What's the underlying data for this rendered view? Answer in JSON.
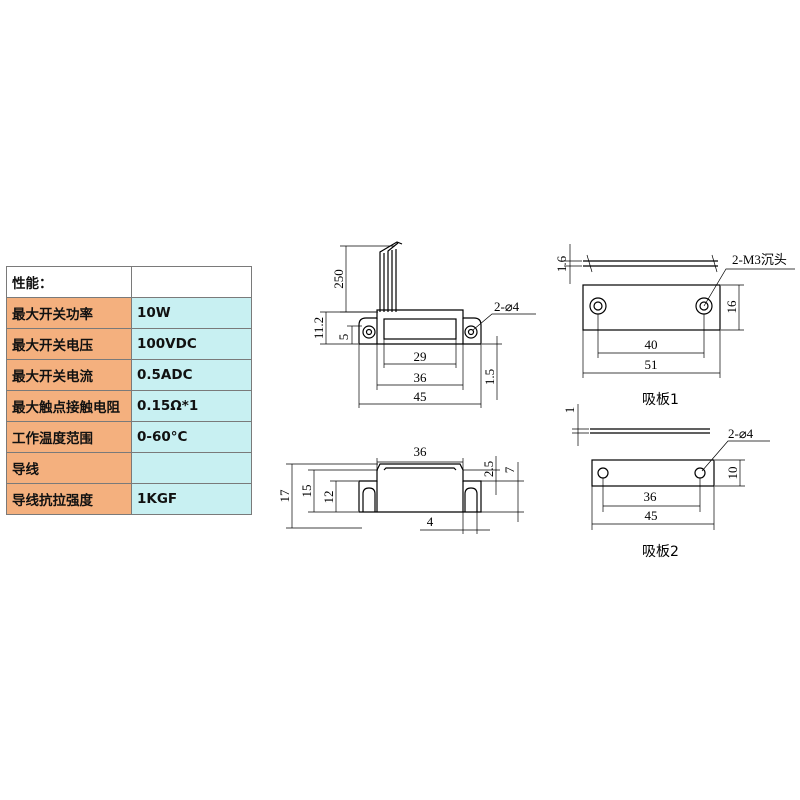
{
  "spec_table": {
    "rows": [
      {
        "label": "性能：",
        "value": ""
      },
      {
        "label": "最大开关功率",
        "value": "10W"
      },
      {
        "label": "最大开关电压",
        "value": "100VDC"
      },
      {
        "label": "最大开关电流",
        "value": "0.5ADC"
      },
      {
        "label": "最大触点接触电阻",
        "value": "0.15Ω*1"
      },
      {
        "label": "工作温度范围",
        "value": "0-60°C"
      },
      {
        "label": "导线",
        "value": ""
      },
      {
        "label": "导线抗拉强度",
        "value": "1KGF"
      }
    ]
  },
  "switch_front": {
    "dim_250": "250",
    "dim_11_2": "11.2",
    "dim_5": "5",
    "hole_note": "2-⌀4",
    "dim_29": "29",
    "dim_36": "36",
    "dim_45": "45",
    "dim_1_5": "1.5"
  },
  "switch_side": {
    "dim_36": "36",
    "dim_17": "17",
    "dim_15": "15",
    "dim_12": "12",
    "dim_2_5": "2.5",
    "dim_7": "7",
    "dim_4": "4"
  },
  "plate1": {
    "caption": "吸板1",
    "dim_1_6": "1.6",
    "hole_note": "2-M3沉头",
    "dim_16": "16",
    "dim_40": "40",
    "dim_51": "51"
  },
  "plate2": {
    "caption": "吸板2",
    "dim_1": "1",
    "hole_note": "2-⌀4",
    "dim_10": "10",
    "dim_36": "36",
    "dim_45": "45"
  }
}
